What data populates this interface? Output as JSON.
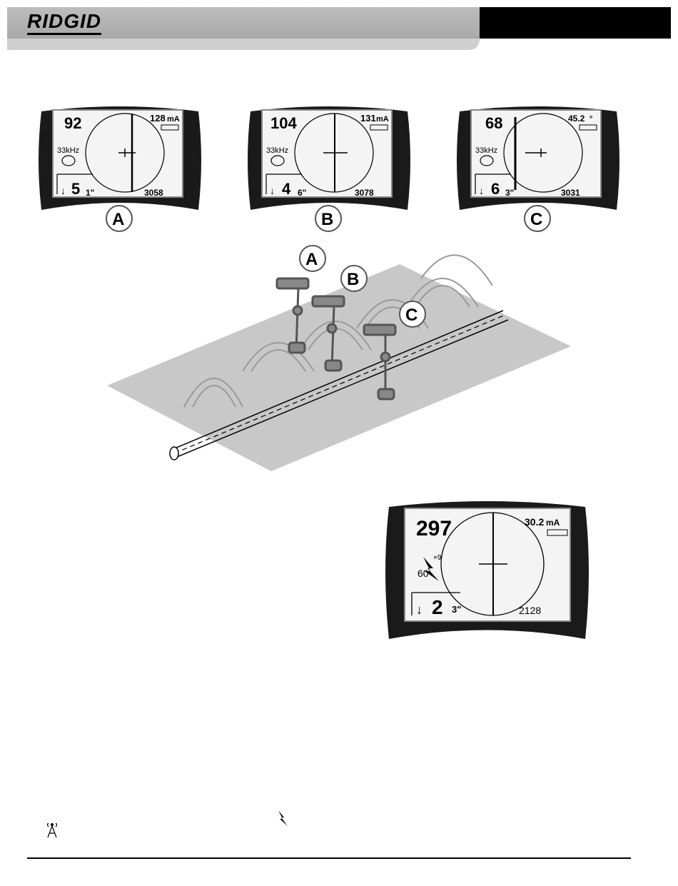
{
  "header": {
    "logo": "RIDGID"
  },
  "screens": [
    {
      "id": "A",
      "signal": "92",
      "current": "128",
      "current_unit": "mA",
      "freq": "33kHz",
      "depth_ft": "5",
      "depth_in": "1\"",
      "count": "3058",
      "label": "A"
    },
    {
      "id": "B",
      "signal": "104",
      "current": "131",
      "current_unit": "mA",
      "freq": "33kHz",
      "depth_ft": "4",
      "depth_in": "6\"",
      "count": "3078",
      "label": "B"
    },
    {
      "id": "C",
      "signal": "68",
      "current": "45.2",
      "current_unit": "°",
      "freq": "33kHz",
      "depth_ft": "6",
      "depth_in": "3\"",
      "count": "3031",
      "label": "C"
    }
  ],
  "large_screen": {
    "signal": "297",
    "current": "30.2",
    "current_unit": "mA",
    "sup": "×9",
    "hz": "60",
    "depth_ft": "2",
    "depth_in": "3\"",
    "count": "2128"
  },
  "illustration": {
    "labels": [
      "A",
      "B",
      "C"
    ]
  }
}
